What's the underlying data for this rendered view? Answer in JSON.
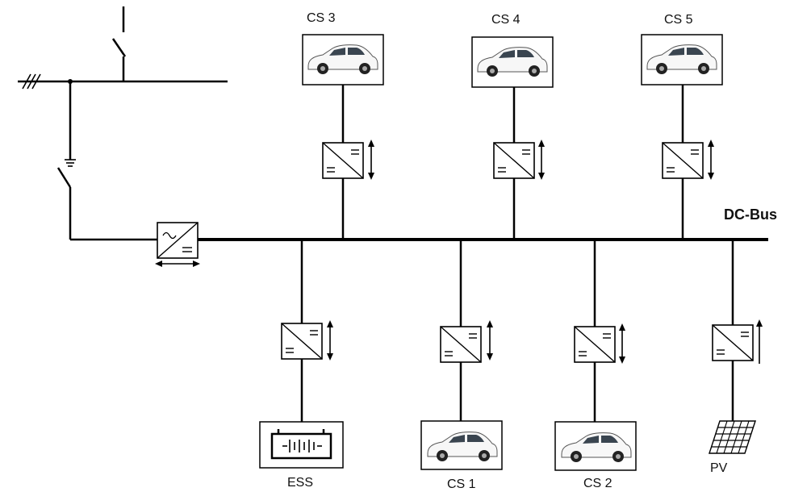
{
  "diagram": {
    "bus_label": "DC-Bus",
    "stations": {
      "cs1": "CS 1",
      "cs2": "CS 2",
      "cs3": "CS 3",
      "cs4": "CS 4",
      "cs5": "CS 5"
    },
    "ess_label": "ESS",
    "pv_label": "PV"
  }
}
